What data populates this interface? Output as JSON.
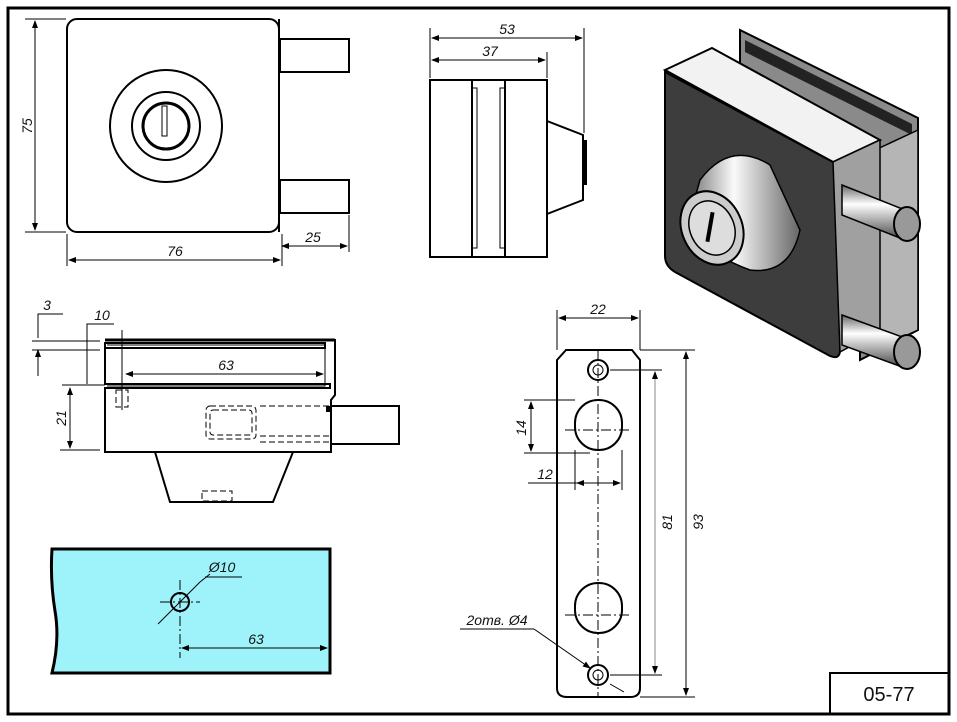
{
  "drawing": {
    "code": "05-77",
    "colors": {
      "glass": "#9ef3fb",
      "ink": "#000000"
    }
  },
  "front_view": {
    "height": "75",
    "width": "76",
    "bolt": "25"
  },
  "side_view": {
    "total_depth": "53",
    "body_depth": "37"
  },
  "top_section": {
    "lip": "3",
    "gap": "10",
    "slot_depth": "63",
    "body_height": "21"
  },
  "glass_cutout": {
    "hole_diameter": "Ø10",
    "hole_offset": "63"
  },
  "strike_plate": {
    "width": "22",
    "hole_height": "14",
    "hole_width": "12",
    "hole_spacing": "81",
    "total_height": "93",
    "mount_holes": "2отв. Ø4"
  }
}
